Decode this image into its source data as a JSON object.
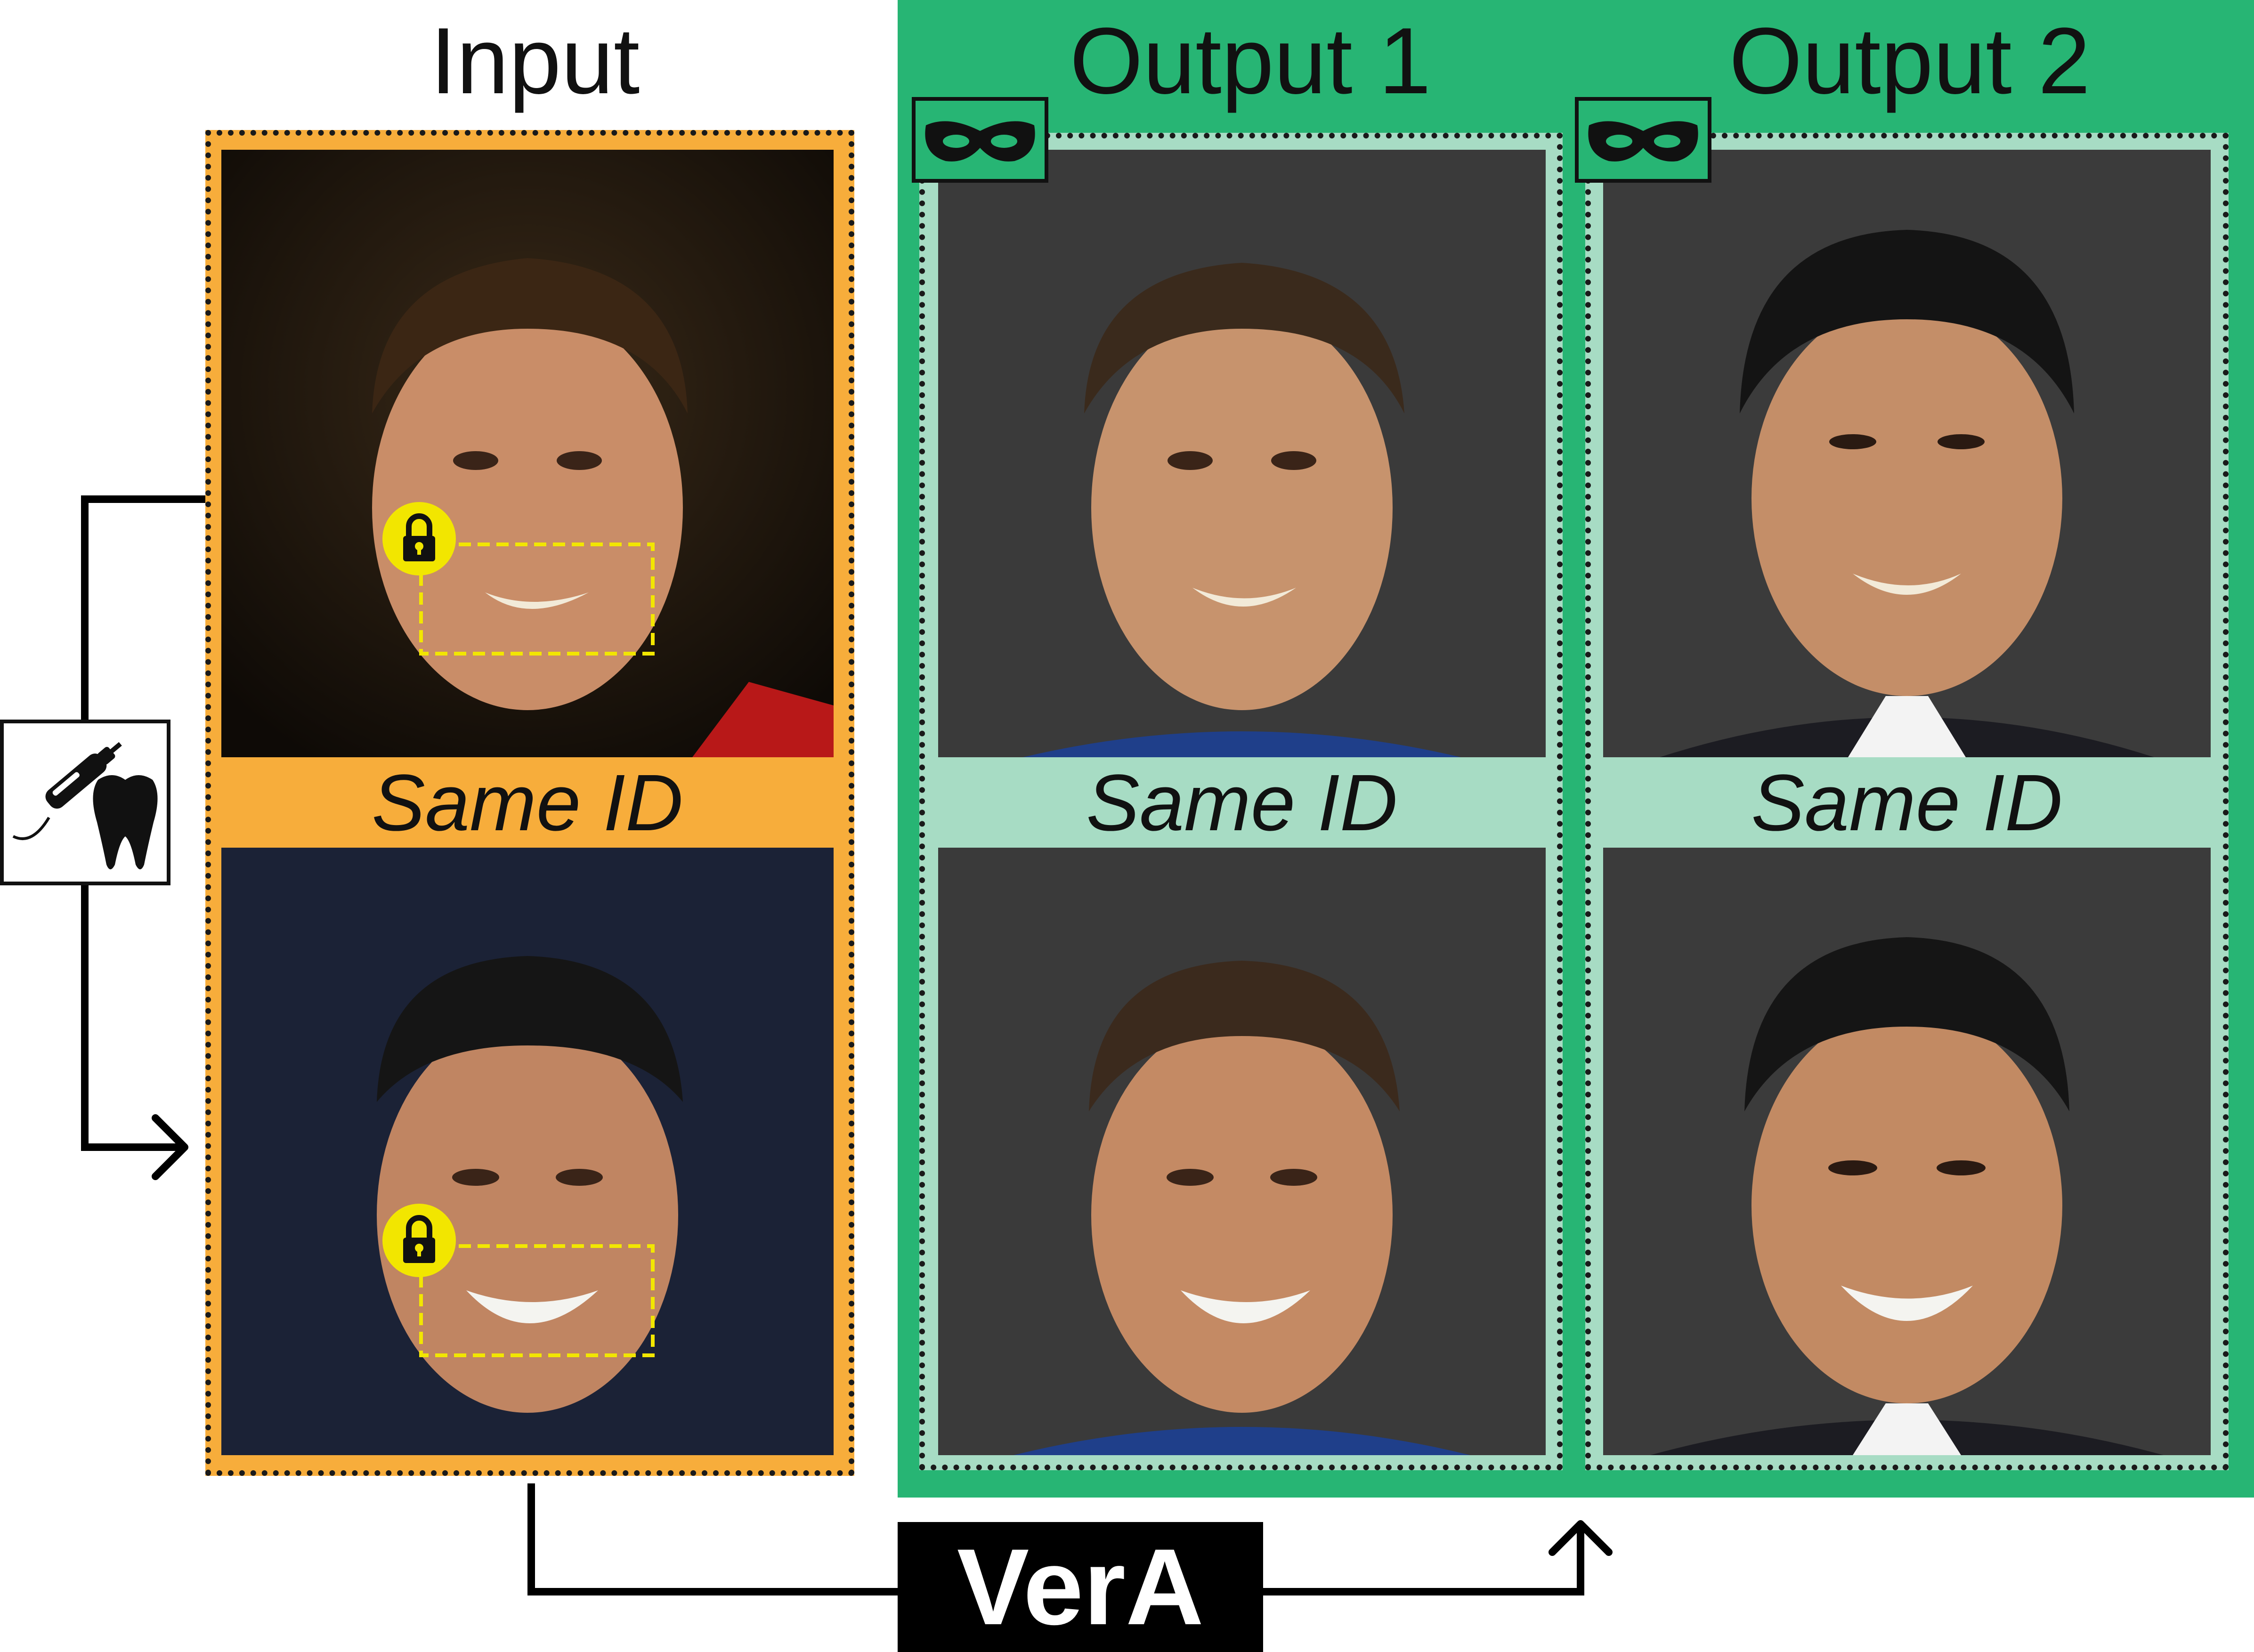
{
  "headings": {
    "input": "Input",
    "output1": "Output 1",
    "output2": "Output 2"
  },
  "labels": {
    "same_id_input": "Same ID",
    "same_id_output1": "Same ID",
    "same_id_output2": "Same ID"
  },
  "method": {
    "name": "VerA"
  },
  "icons": {
    "tool": "dental-drill-tooth-icon",
    "anonymize": "eye-mask-icon",
    "lock": "lock-icon"
  },
  "colors": {
    "input_frame": "#f7ad3b",
    "output_background": "#27b574",
    "output_frame": "#a7dcc4",
    "lock_highlight": "#f2e600",
    "method_box": "#000000"
  }
}
